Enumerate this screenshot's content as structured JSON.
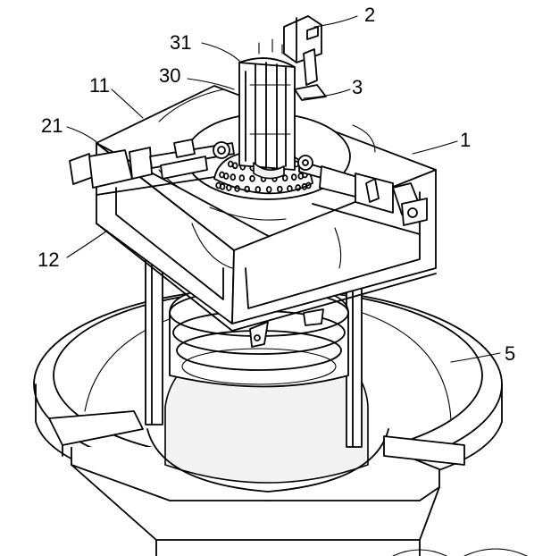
{
  "diagram": {
    "reference_numerals": [
      {
        "id": "label-2",
        "text": "2"
      },
      {
        "id": "label-31",
        "text": "31"
      },
      {
        "id": "label-30",
        "text": "30"
      },
      {
        "id": "label-3",
        "text": "3"
      },
      {
        "id": "label-11",
        "text": "11"
      },
      {
        "id": "label-1",
        "text": "1"
      },
      {
        "id": "label-21",
        "text": "21"
      },
      {
        "id": "label-12",
        "text": "12"
      },
      {
        "id": "label-5",
        "text": "5"
      }
    ]
  }
}
